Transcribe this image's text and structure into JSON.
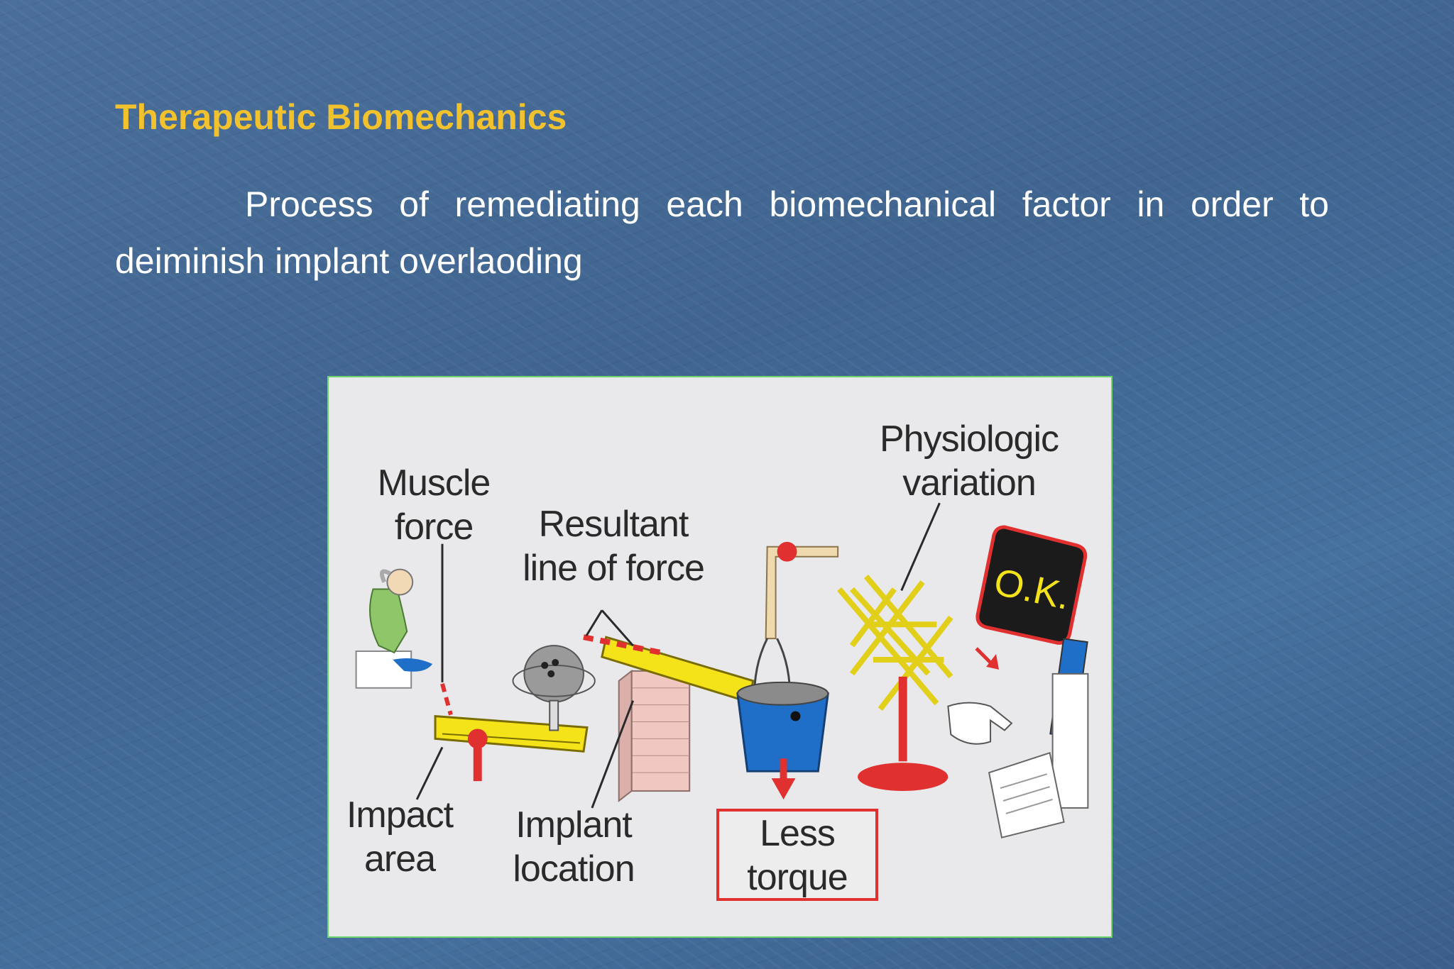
{
  "slide": {
    "title": "Therapeutic Biomechanics",
    "body": "Process of remediating each biomechanical factor in order to deiminish implant overlaoding"
  },
  "figure": {
    "labels": {
      "muscle_force": "Muscle\nforce",
      "resultant": "Resultant\nline of force",
      "physiologic": "Physiologic\nvariation",
      "impact_area": "Impact\narea",
      "implant_location": "Implant\nlocation",
      "less_torque": "Less\ntorque",
      "ok_sign": "O.K."
    },
    "colors": {
      "accent_title": "#f2c12e",
      "lever_yellow": "#f5e31a",
      "bucket_blue": "#1f6ec8",
      "alert_red": "#e03030"
    }
  }
}
